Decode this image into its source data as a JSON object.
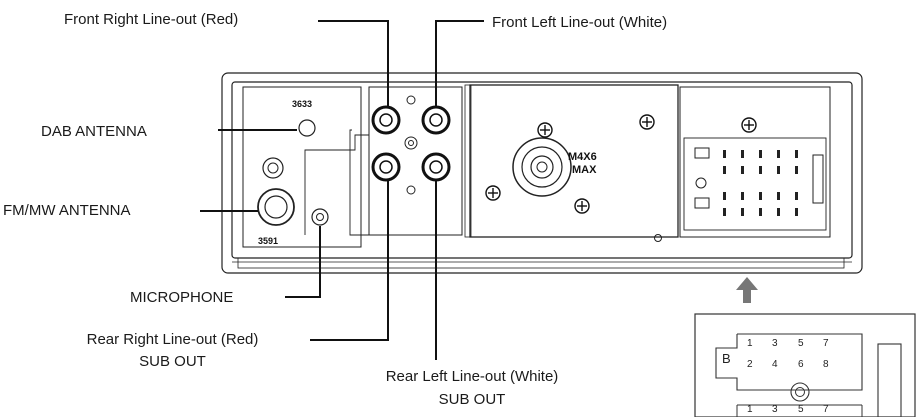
{
  "labels": {
    "front_right": "Front Right Line-out (Red)",
    "front_left": "Front Left Line-out (White)",
    "dab": "DAB ANTENNA",
    "fm_mw": "FM/MW ANTENNA",
    "microphone": "MICROPHONE",
    "rear_right_1": "Rear Right Line-out  (Red)",
    "rear_right_2": "SUB OUT",
    "rear_left_1": "Rear Left Line-out  (White)",
    "rear_left_2": "SUB OUT"
  },
  "codes": {
    "top_code": "3633",
    "bottom_code": "3591",
    "screw_1": "M4X6",
    "screw_2": "MAX"
  },
  "connector": {
    "block_letter": "B",
    "row_1": [
      "1",
      "3",
      "5",
      "7"
    ],
    "row_2": [
      "2",
      "4",
      "6",
      "8"
    ],
    "row_3": [
      "1",
      "3",
      "5",
      "7"
    ]
  }
}
